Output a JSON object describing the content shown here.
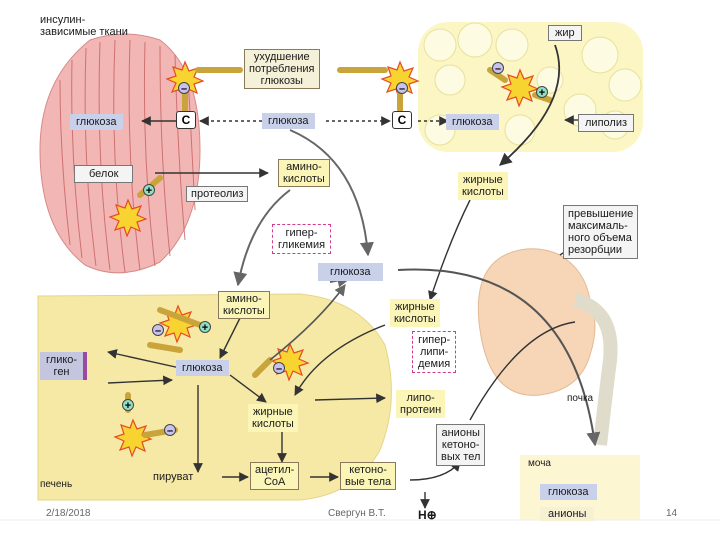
{
  "labels": {
    "insulin_tissues": "инсулин-\nзависимые ткани",
    "impaired_uptake": "ухудшение\nпотребления\nглюкозы",
    "glucose_muscle": "глюкоза",
    "glucose_top": "глюкоза",
    "glucose_fat": "глюкоза",
    "c_left": "С",
    "c_right": "С",
    "fat": "жир",
    "lipolysis": "липолиз",
    "protein": "белок",
    "amino_top": "амино-\nкислоты",
    "proteolysis": "протеолиз",
    "fatty_acids_top": "жирные\nкислоты",
    "hyperglycemia": "гипер-\nгликемия",
    "glucose_center": "глюкоза",
    "threshold": "превышение\nмаксималь-\nного объема\nрезорбции",
    "amino_liver": "амино-\nкислоты",
    "fatty_acids_mid": "жирные\nкислоты",
    "hyperlipidemia": "гипер-\nлипи-\nдемия",
    "glycogen": "глико-\nген",
    "glucose_liver": "глюкоза",
    "fatty_acids_liver": "жирные\nкислоты",
    "lipoprotein": "липо-\nпротеин",
    "ketone_anions": "анионы\nкетоно-\nвых тел",
    "kidney": "почка",
    "urine": "моча",
    "glucose_urine": "глюкоза",
    "anions_urine": "анионы",
    "pyruvate": "пируват",
    "acetyl_coa": "ацетил-\nCoA",
    "ketone_bodies": "кетоно-\nвые тела",
    "liver": "печень",
    "h_plus": "H⊕"
  },
  "footer": {
    "date": "2/18/2018",
    "author": "Свергун В.Т.",
    "page": "14"
  }
}
